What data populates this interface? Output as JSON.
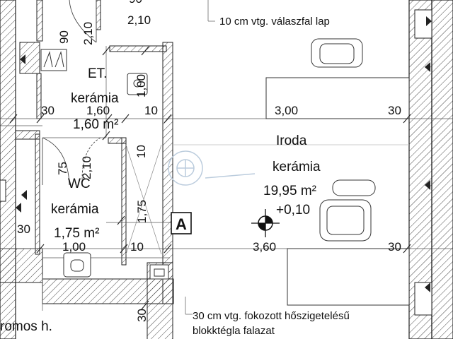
{
  "notes": {
    "partition": "10 cm vtg. válaszfal lap",
    "wall_line1": "30 cm vtg. fokozott hőszigetelésű",
    "wall_line2": "blokktégla falazat"
  },
  "rooms": {
    "et": {
      "name": "ET.",
      "floor": "kerámia",
      "area": "1,60 m²"
    },
    "wc": {
      "name": "WC",
      "floor": "kerámia",
      "area": "1,75 m²"
    },
    "office": {
      "name": "Iroda",
      "floor": "kerámia",
      "area": "19,95 m²",
      "level": "+0,10"
    },
    "bottom_room": {
      "name": "romos h."
    }
  },
  "section_marker": "A",
  "dimensions": {
    "top_90": "90",
    "door_210_left": "2,10",
    "door_210_top": "2,10",
    "top_90_cut": "90",
    "et_height": "1,00",
    "left_30": "30",
    "et_width": "1,60",
    "mid_10": "10",
    "office_width": "3,00",
    "right_30": "30",
    "wall_10": "10",
    "wc_door_75": "75",
    "wc_door_210": "2,10",
    "wc_height": "1,75",
    "left_30_lower": "30",
    "wc_width": "1,00",
    "lower_10": "10",
    "office_depth": "3,60",
    "right_30_lower": "30",
    "bottom_30": "30"
  },
  "icons": [
    "office-chair-icon",
    "level-mark-icon",
    "watermark-logo-icon",
    "wc-toilet-icon",
    "sink-icon",
    "direction-arrow-icon"
  ]
}
